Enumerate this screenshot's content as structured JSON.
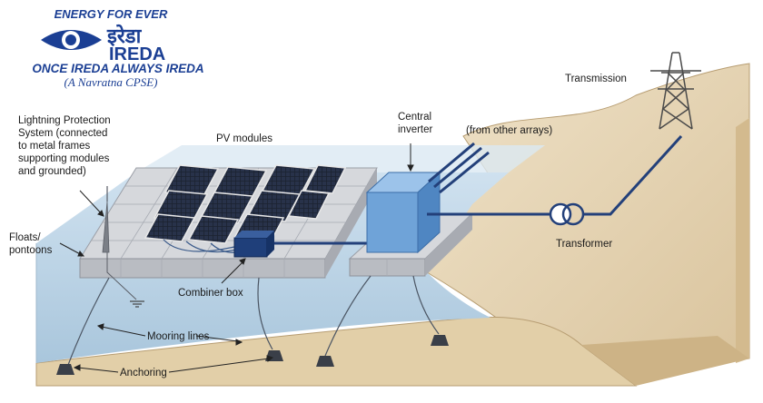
{
  "logo": {
    "tagline_top": "ENERGY FOR EVER",
    "name_hindi": "इरेडा",
    "name_english": "IREDA",
    "tagline_bottom": "ONCE IREDA ALWAYS IREDA",
    "subtitle": "(A Navratna CPSE)"
  },
  "labels": {
    "lightning_protection": [
      "Lightning Protection",
      "System (connected",
      "to metal frames",
      "supporting modules",
      "and grounded)"
    ],
    "pv_modules": "PV modules",
    "central_inverter": [
      "Central",
      "inverter"
    ],
    "from_other_arrays": "(from other arrays)",
    "transmission": "Transmission",
    "floats_pontoons": [
      "Floats/",
      "pontoons"
    ],
    "transformer": "Transformer",
    "combiner_box": "Combiner box",
    "mooring_lines": "Mooring lines",
    "anchoring": "Anchoring"
  },
  "colors": {
    "logo_blue": "#1b3f94",
    "water": "#bcd4e6",
    "land": "#e9d9bc",
    "inverter": "#6fa3d8",
    "combiner": "#1f3f7a",
    "cable": "#23407a",
    "panel": "#1c2230"
  }
}
